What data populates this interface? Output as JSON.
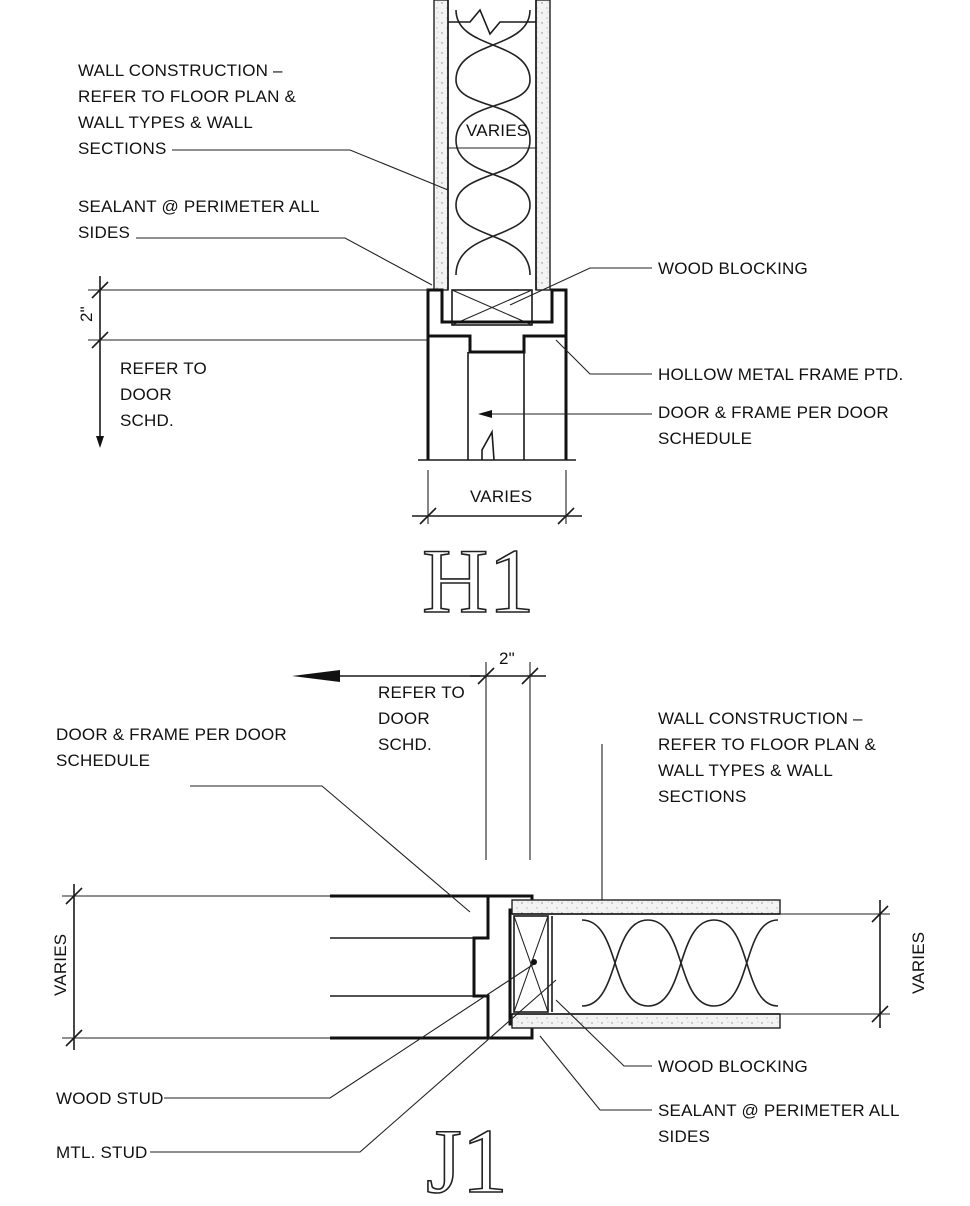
{
  "details": [
    {
      "id": "H1",
      "tag": "H1",
      "notes": {
        "wall_construction": [
          "WALL CONSTRUCTION –",
          "REFER TO FLOOR PLAN &",
          "WALL TYPES & WALL",
          "SECTIONS"
        ],
        "sealant": [
          "SEALANT @ PERIMETER ALL",
          "SIDES"
        ],
        "wood_blocking": [
          "WOOD BLOCKING"
        ],
        "hollow_metal_frame": [
          "HOLLOW METAL FRAME PTD."
        ],
        "door_frame": [
          "DOOR & FRAME PER DOOR",
          "SCHEDULE"
        ],
        "refer_to": [
          "REFER TO",
          "DOOR",
          "SCHD."
        ]
      },
      "dimensions": {
        "top_varies": "VARIES",
        "bottom_varies": "VARIES",
        "frame_depth": "2\""
      }
    },
    {
      "id": "J1",
      "tag": "J1",
      "notes": {
        "refer_to": [
          "REFER TO",
          "DOOR",
          "SCHD."
        ],
        "door_frame": [
          "DOOR & FRAME PER DOOR",
          "SCHEDULE"
        ],
        "wall_construction": [
          "WALL CONSTRUCTION –",
          "REFER TO FLOOR PLAN &",
          "WALL TYPES & WALL",
          "SECTIONS"
        ],
        "wood_stud": [
          "WOOD STUD"
        ],
        "mtl_stud": [
          "MTL. STUD"
        ],
        "wood_blocking": [
          "WOOD BLOCKING"
        ],
        "sealant": [
          "SEALANT @ PERIMETER ALL",
          "SIDES"
        ]
      },
      "dimensions": {
        "left_varies": "VARIES",
        "right_varies": "VARIES",
        "frame_depth": "2\""
      }
    }
  ]
}
